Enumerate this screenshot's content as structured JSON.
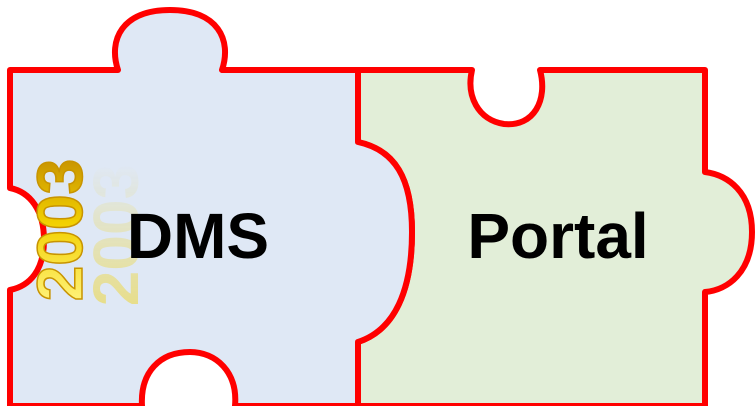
{
  "diagram": {
    "pieces": [
      {
        "label": "DMS",
        "fill": "#dfe8f5"
      },
      {
        "label": "Portal",
        "fill": "#e2eed8"
      }
    ],
    "outline_color": "#ff0000",
    "year_stamp": {
      "text": "2003",
      "gold": "#f2d000",
      "gold_edge": "#c89400",
      "gold_light": "#fff27a"
    }
  }
}
